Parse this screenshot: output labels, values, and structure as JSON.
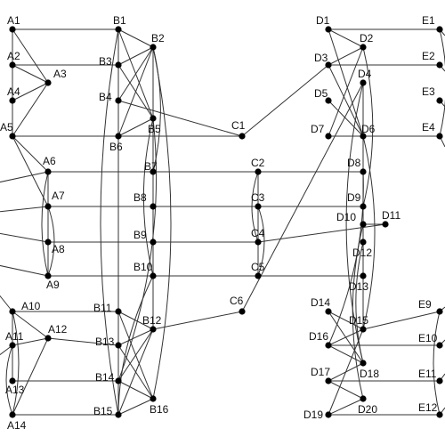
{
  "nodes": [
    {
      "id": "A1",
      "label": "A1"
    },
    {
      "id": "A2",
      "label": "A2"
    },
    {
      "id": "A3",
      "label": "A3"
    },
    {
      "id": "A4",
      "label": "A4"
    },
    {
      "id": "A5",
      "label": "A5"
    },
    {
      "id": "A6",
      "label": "A6"
    },
    {
      "id": "A7",
      "label": "A7"
    },
    {
      "id": "A8",
      "label": "A8"
    },
    {
      "id": "A9",
      "label": "A9"
    },
    {
      "id": "A10",
      "label": "A10"
    },
    {
      "id": "A11",
      "label": "A11"
    },
    {
      "id": "A12",
      "label": "A12"
    },
    {
      "id": "A13",
      "label": "A13"
    },
    {
      "id": "A14",
      "label": "A14"
    },
    {
      "id": "B1",
      "label": "B1"
    },
    {
      "id": "B2",
      "label": "B2"
    },
    {
      "id": "B3",
      "label": "B3"
    },
    {
      "id": "B4",
      "label": "B4"
    },
    {
      "id": "B5",
      "label": "B5"
    },
    {
      "id": "B6",
      "label": "B6"
    },
    {
      "id": "B7",
      "label": "B7"
    },
    {
      "id": "B8",
      "label": "B8"
    },
    {
      "id": "B9",
      "label": "B9"
    },
    {
      "id": "B10",
      "label": "B10"
    },
    {
      "id": "B11",
      "label": "B11"
    },
    {
      "id": "B12",
      "label": "B12"
    },
    {
      "id": "B13",
      "label": "B13"
    },
    {
      "id": "B14",
      "label": "B14"
    },
    {
      "id": "B15",
      "label": "B15"
    },
    {
      "id": "B16",
      "label": "B16"
    },
    {
      "id": "C1",
      "label": "C1"
    },
    {
      "id": "C2",
      "label": "C2"
    },
    {
      "id": "C3",
      "label": "C3"
    },
    {
      "id": "C4",
      "label": "C4"
    },
    {
      "id": "C5",
      "label": "C5"
    },
    {
      "id": "C6",
      "label": "C6"
    },
    {
      "id": "D1",
      "label": "D1"
    },
    {
      "id": "D2",
      "label": "D2"
    },
    {
      "id": "D3",
      "label": "D3"
    },
    {
      "id": "D4",
      "label": "D4"
    },
    {
      "id": "D5",
      "label": "D5"
    },
    {
      "id": "D6",
      "label": "D6"
    },
    {
      "id": "D7",
      "label": "D7"
    },
    {
      "id": "D8",
      "label": "D8"
    },
    {
      "id": "D9",
      "label": "D9"
    },
    {
      "id": "D10",
      "label": "D10"
    },
    {
      "id": "D11",
      "label": "D11"
    },
    {
      "id": "D12",
      "label": "D12"
    },
    {
      "id": "D13",
      "label": "D13"
    },
    {
      "id": "D14",
      "label": "D14"
    },
    {
      "id": "D15",
      "label": "D15"
    },
    {
      "id": "D16",
      "label": "D16"
    },
    {
      "id": "D17",
      "label": "D17"
    },
    {
      "id": "D18",
      "label": "D18"
    },
    {
      "id": "D19",
      "label": "D19"
    },
    {
      "id": "D20",
      "label": "D20"
    },
    {
      "id": "E1",
      "label": "E1"
    },
    {
      "id": "E2",
      "label": "E2"
    },
    {
      "id": "E3",
      "label": "E3"
    },
    {
      "id": "E4",
      "label": "E4"
    },
    {
      "id": "E9",
      "label": "E9"
    },
    {
      "id": "E10",
      "label": "E10"
    },
    {
      "id": "E11",
      "label": "E11"
    },
    {
      "id": "E12",
      "label": "E12"
    }
  ],
  "edges": [
    [
      "A1",
      "B1"
    ],
    [
      "A2",
      "B3"
    ],
    [
      "A5",
      "C1"
    ],
    [
      "A6",
      "C2"
    ],
    [
      "A7",
      "C3"
    ],
    [
      "A8",
      "C4"
    ],
    [
      "A9",
      "C5"
    ],
    [
      "A10",
      "B11"
    ],
    [
      "A12",
      "B13"
    ],
    [
      "A13",
      "B14"
    ],
    [
      "A14",
      "B15"
    ],
    [
      "A1",
      "A3"
    ],
    [
      "A2",
      "A3"
    ],
    [
      "A4",
      "A3"
    ],
    [
      "A5",
      "A3"
    ],
    [
      "A1",
      "A5"
    ],
    [
      "A5",
      "A6"
    ],
    [
      "A5",
      "A7"
    ],
    [
      "A7",
      "A8"
    ],
    [
      "A8",
      "A9"
    ],
    [
      "A6",
      "A8"
    ],
    [
      "A10",
      "A12"
    ],
    [
      "A11",
      "A12"
    ],
    [
      "A11",
      "A13"
    ],
    [
      "A12",
      "A14"
    ],
    [
      "A10",
      "A13"
    ],
    [
      "B1",
      "B2"
    ],
    [
      "B1",
      "B5"
    ],
    [
      "B1",
      "B4"
    ],
    [
      "B3",
      "B2"
    ],
    [
      "B3",
      "B4"
    ],
    [
      "B3",
      "B5"
    ],
    [
      "B3",
      "B6"
    ],
    [
      "B4",
      "B2"
    ],
    [
      "B4",
      "B6"
    ],
    [
      "B4",
      "C1"
    ],
    [
      "B6",
      "B2"
    ],
    [
      "B6",
      "B5"
    ],
    [
      "B5",
      "B7"
    ],
    [
      "B2",
      "B8"
    ],
    [
      "B7",
      "B8"
    ],
    [
      "B8",
      "B9"
    ],
    [
      "B9",
      "B10"
    ],
    [
      "B10",
      "B12"
    ],
    [
      "B11",
      "B12"
    ],
    [
      "B11",
      "B16"
    ],
    [
      "B13",
      "B12"
    ],
    [
      "B13",
      "B16"
    ],
    [
      "B14",
      "B12"
    ],
    [
      "B14",
      "B16"
    ],
    [
      "B15",
      "B12"
    ],
    [
      "B15",
      "B16"
    ],
    [
      "B2",
      "B10"
    ],
    [
      "B1",
      "B13"
    ],
    [
      "B13",
      "B14"
    ],
    [
      "B14",
      "B15"
    ],
    [
      "B12",
      "C6"
    ],
    [
      "B7",
      "C2"
    ],
    [
      "B8",
      "C3"
    ],
    [
      "B9",
      "C4"
    ],
    [
      "B10",
      "C5"
    ],
    [
      "C1",
      "D3"
    ],
    [
      "C6",
      "D4"
    ],
    [
      "C2",
      "C3"
    ],
    [
      "C3",
      "C4"
    ],
    [
      "C4",
      "C5"
    ],
    [
      "C4",
      "D11"
    ],
    [
      "D1",
      "D2"
    ],
    [
      "D1",
      "D6"
    ],
    [
      "D3",
      "D2"
    ],
    [
      "D3",
      "D6"
    ],
    [
      "D5",
      "D6"
    ],
    [
      "D7",
      "D2"
    ],
    [
      "D7",
      "D6"
    ],
    [
      "D1",
      "E1"
    ],
    [
      "D3",
      "E2"
    ],
    [
      "D7",
      "E4"
    ],
    [
      "D4",
      "D8"
    ],
    [
      "D6",
      "D9"
    ],
    [
      "D8",
      "D9"
    ],
    [
      "D9",
      "D10"
    ],
    [
      "D10",
      "D11"
    ],
    [
      "D10",
      "D12"
    ],
    [
      "D12",
      "D13"
    ],
    [
      "D13",
      "D15"
    ],
    [
      "D14",
      "D15"
    ],
    [
      "D14",
      "D18"
    ],
    [
      "D16",
      "D15"
    ],
    [
      "D16",
      "D18"
    ],
    [
      "D17",
      "D18"
    ],
    [
      "D17",
      "D20"
    ],
    [
      "D19",
      "D20"
    ],
    [
      "D19",
      "D15"
    ],
    [
      "D4",
      "D12"
    ],
    [
      "D8",
      "D13"
    ],
    [
      "D15",
      "E9"
    ],
    [
      "D16",
      "E10"
    ],
    [
      "D17",
      "E11"
    ],
    [
      "D19",
      "E12"
    ],
    [
      "C2",
      "D8"
    ],
    [
      "C3",
      "D9"
    ],
    [
      "C5",
      "D13"
    ]
  ],
  "curves": [
    [
      "B2",
      "B7"
    ],
    [
      "B5",
      "B10"
    ],
    [
      "B2",
      "B16"
    ],
    [
      "B1",
      "B15"
    ],
    [
      "B5",
      "B14"
    ],
    [
      "B10",
      "B15"
    ],
    [
      "A7",
      "A9"
    ],
    [
      "A6",
      "A9"
    ],
    [
      "A10",
      "A14"
    ],
    [
      "A11",
      "A14"
    ],
    [
      "C3",
      "C5"
    ],
    [
      "C2",
      "C4"
    ],
    [
      "D2",
      "D9"
    ],
    [
      "D4",
      "D18"
    ],
    [
      "D6",
      "D15"
    ],
    [
      "D10",
      "D20"
    ],
    [
      "D8",
      "D16"
    ],
    [
      "D12",
      "D18"
    ],
    [
      "E1",
      "E4"
    ],
    [
      "E9",
      "E12"
    ]
  ]
}
